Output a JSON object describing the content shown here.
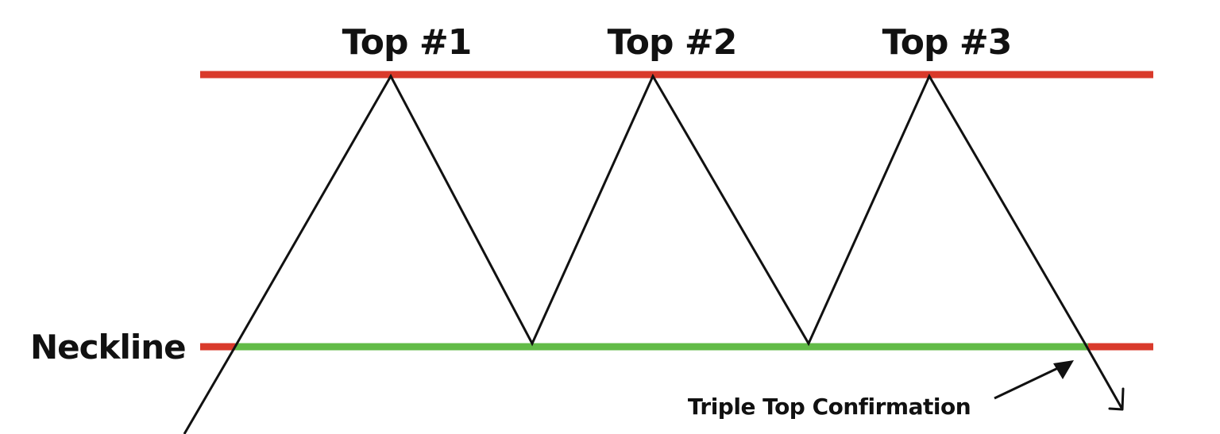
{
  "labels": {
    "top1": "Top #1",
    "top2": "Top #2",
    "top3": "Top #3",
    "neckline": "Neckline",
    "confirmation": "Triple Top Confirmation"
  },
  "colors": {
    "resistance": "#d93a2b",
    "neckline": "#62bb47",
    "price": "#111111"
  }
}
